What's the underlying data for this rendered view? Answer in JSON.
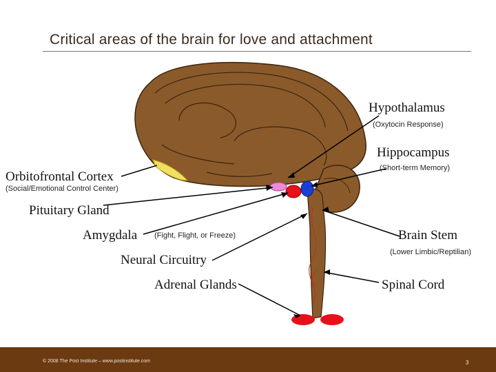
{
  "title": "Critical areas of the brain for love and attachment",
  "labels": {
    "hypothalamus": "Hypothalamus",
    "hypothalamus_sub": "(Oxytocin Response)",
    "hippocampus": "Hippocampus",
    "hippocampus_sub": "(Short-term Memory)",
    "orbitofrontal": "Orbitofrontal Cortex",
    "orbitofrontal_sub": "(Social/Emotional Control Center)",
    "pituitary": "Pituitary Gland",
    "amygdala": "Amygdala",
    "amygdala_sub": "(Fight, Flight, or Freeze)",
    "neural": "Neural Circuitry",
    "adrenal": "Adrenal Glands",
    "brainstem": "Brain Stem",
    "brainstem_sub": "(Lower Limbic/Reptilian)",
    "spinal": "Spinal Cord"
  },
  "footer": {
    "copyright": "© 2008 The Post Institute – www.postinstitute.com",
    "page": "3"
  },
  "colors": {
    "brain": "#8b5a2b",
    "footer": "#6b3a10",
    "amygdala": "#e8101a",
    "hippocampus": "#1a3fd6",
    "pituitary": "#f08ad6",
    "orbitofrontal": "#f0e060"
  }
}
